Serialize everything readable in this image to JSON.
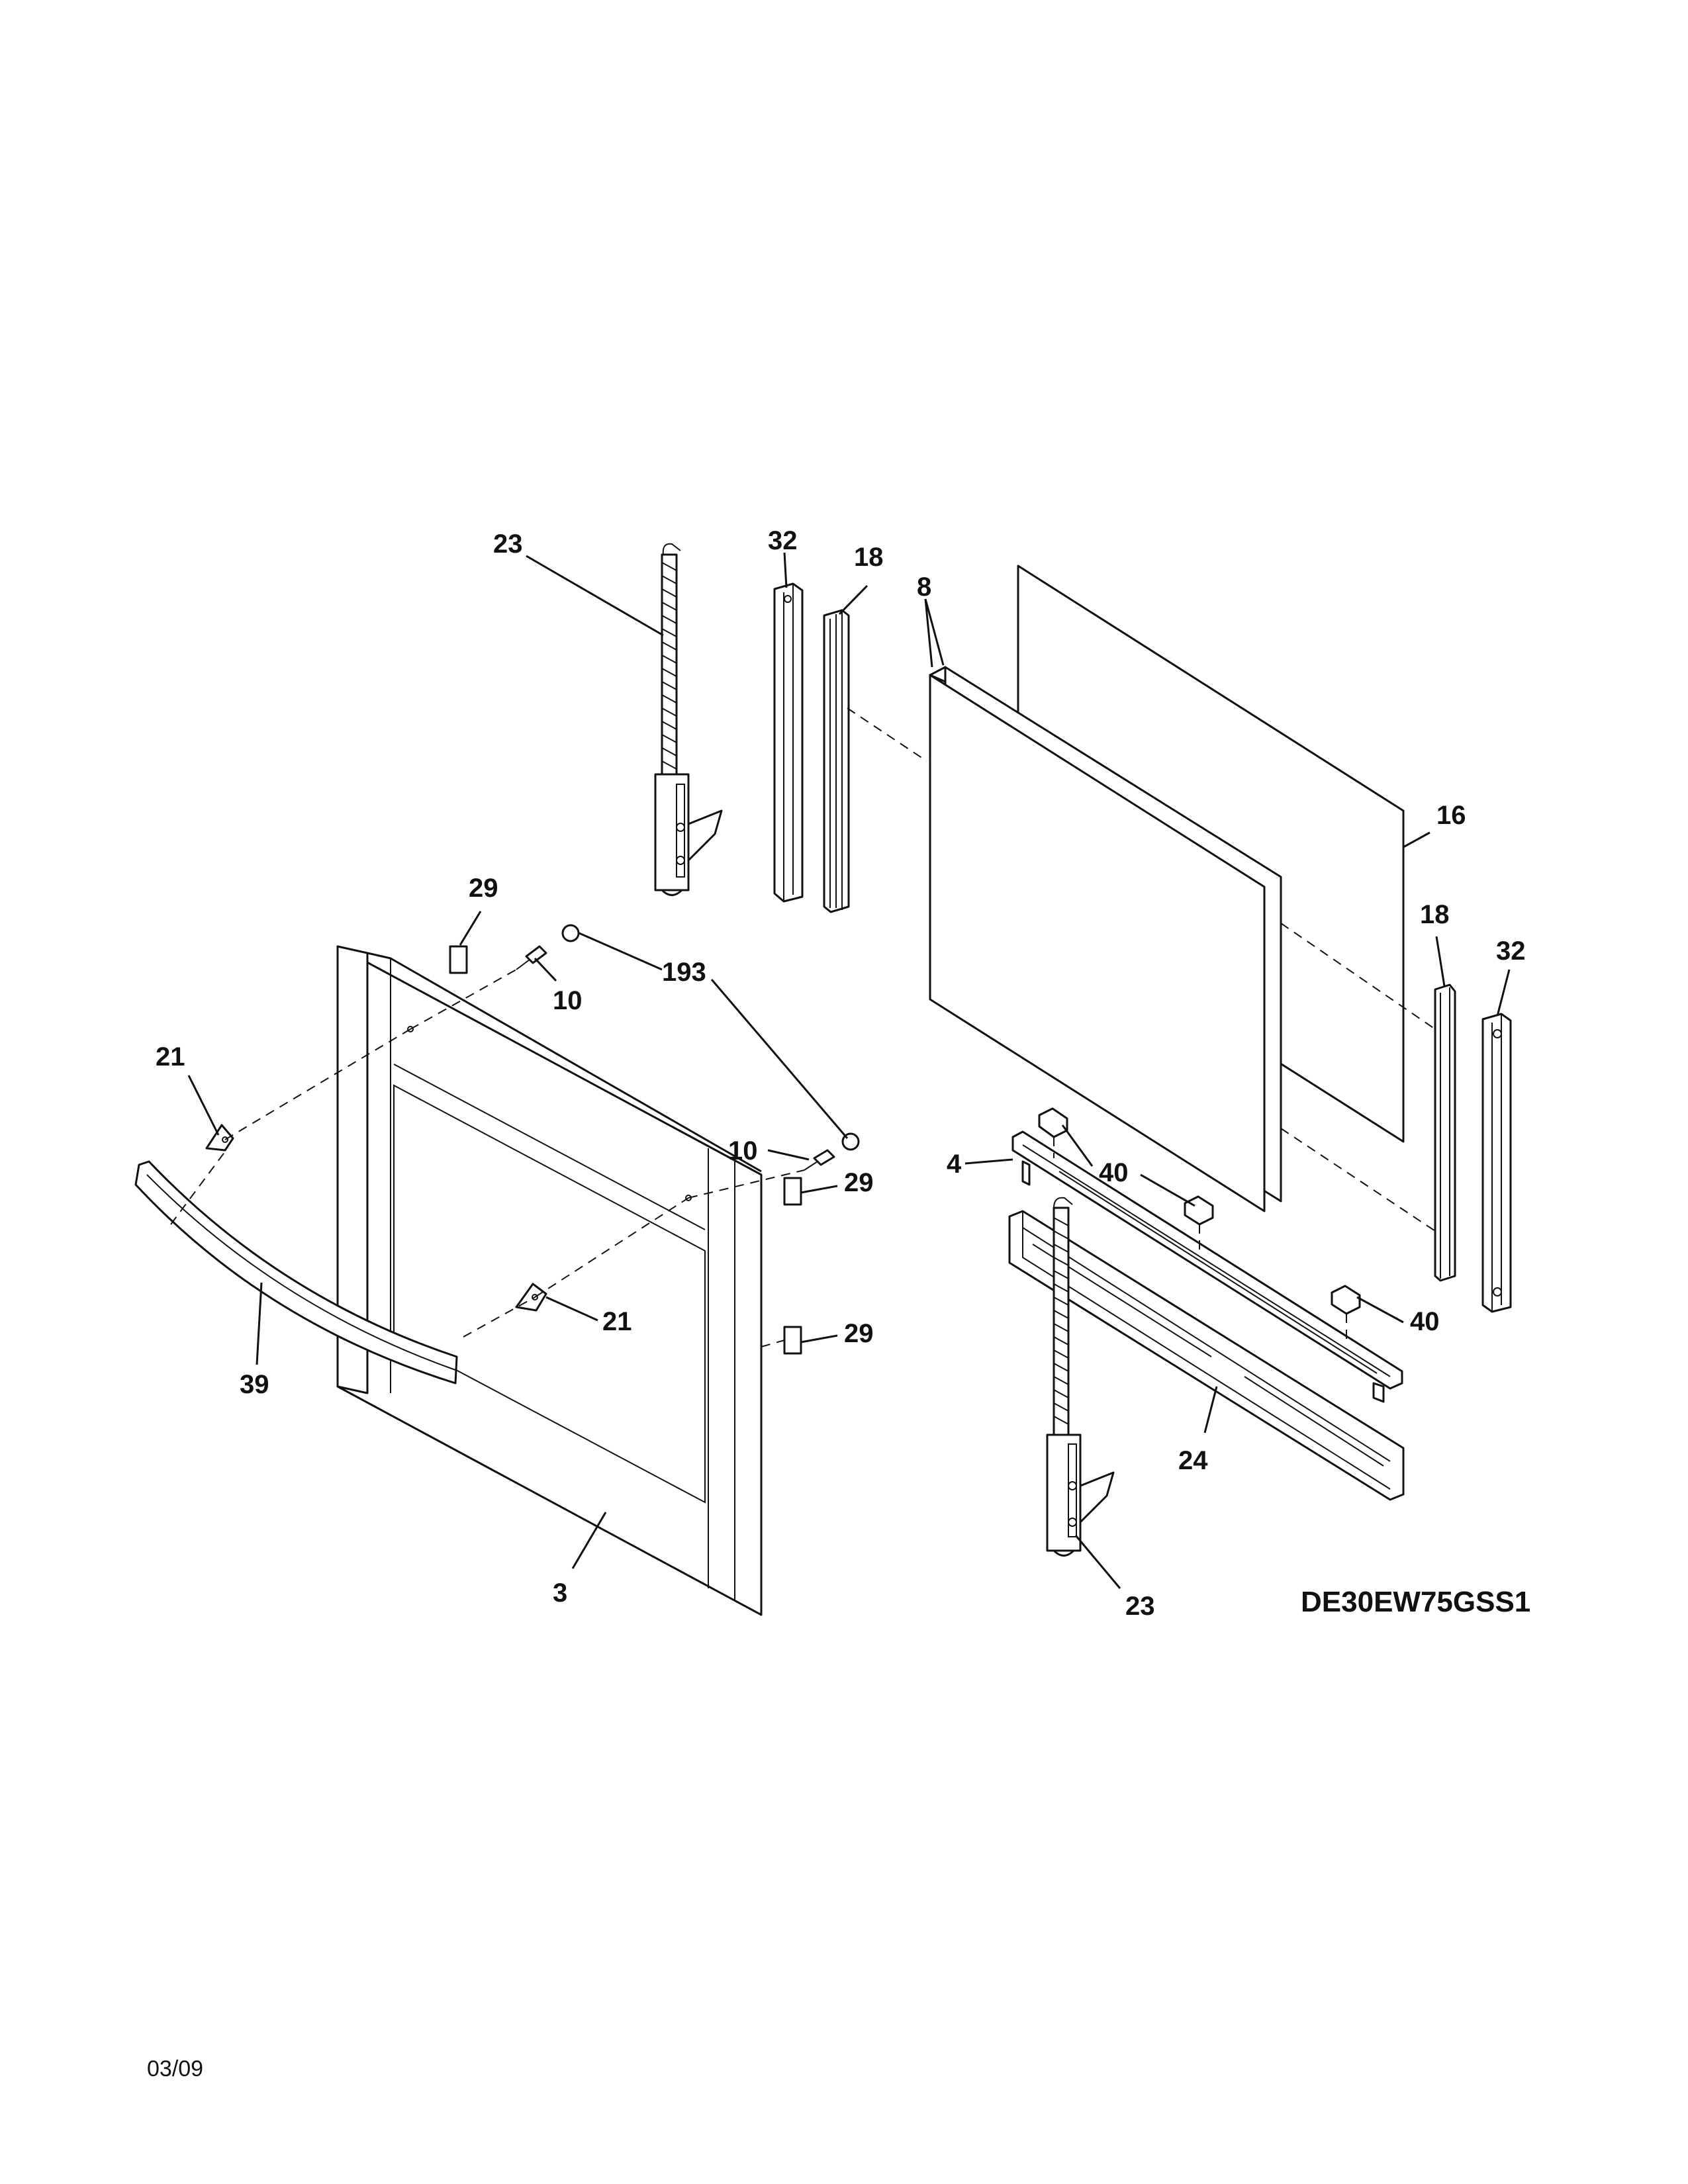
{
  "diagram": {
    "model_code": "DE30EW75GSS1",
    "revision_date": "03/09",
    "callouts": {
      "hinge_top": "23",
      "channel_top": "32",
      "gasket_top": "18",
      "glass_pack": "8",
      "glass_panel": "16",
      "gasket_right": "18",
      "channel_right": "32",
      "end_cap_top": "29",
      "screw_top": "10",
      "nut": "193",
      "bracket_left": "21",
      "screw_mid": "10",
      "end_cap_mid": "29",
      "bracket_mid": "21",
      "end_cap_low": "29",
      "handle": "39",
      "door_panel": "3",
      "bracket_4": "4",
      "clip_top": "40",
      "clip_mid": "40",
      "clip_right": "40",
      "frame_bottom": "24",
      "hinge_bottom": "23"
    }
  }
}
